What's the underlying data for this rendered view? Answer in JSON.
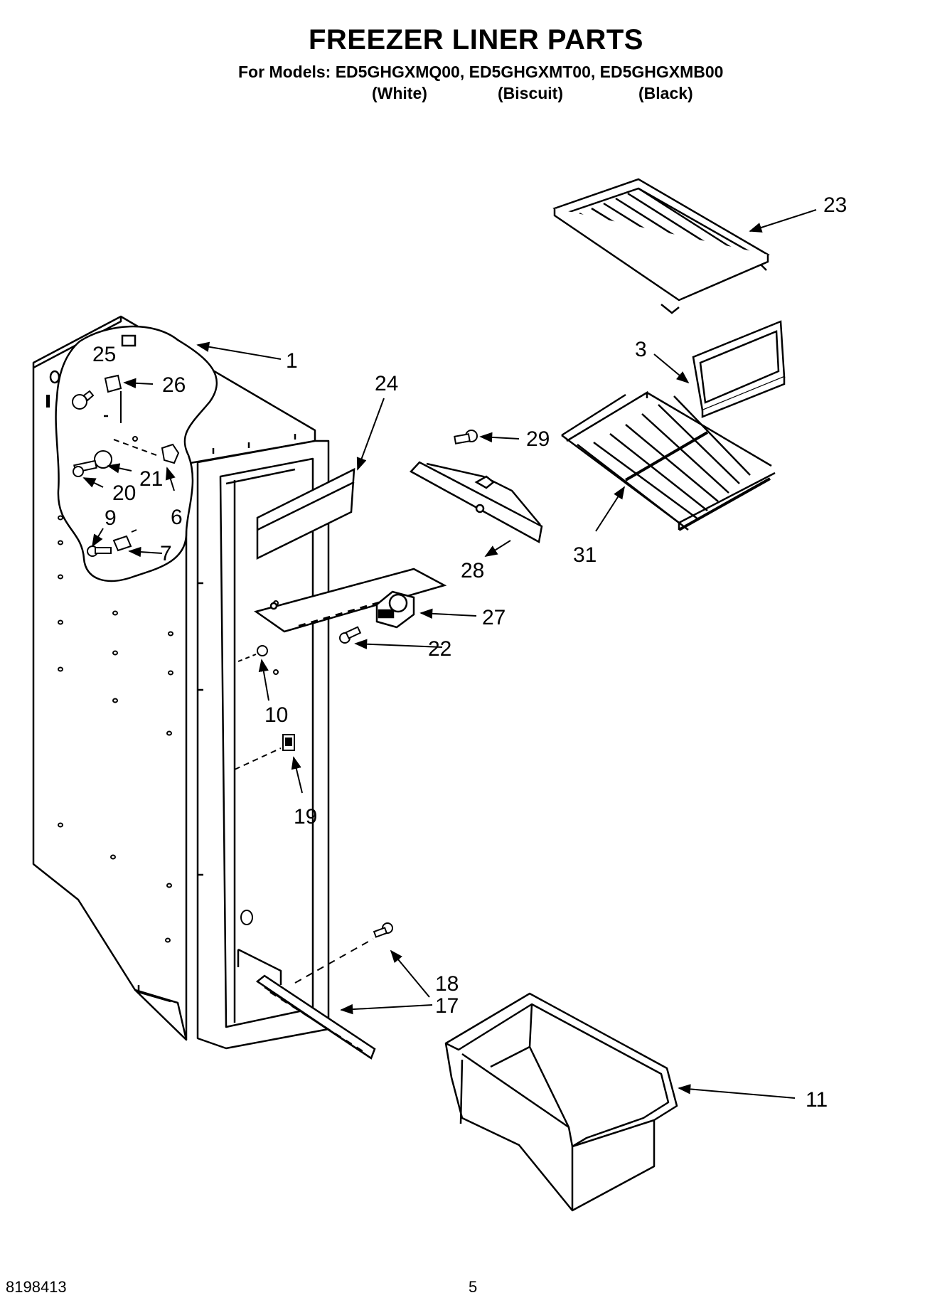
{
  "header": {
    "title": "FREEZER LINER PARTS",
    "models": "For Models: ED5GHGXMQ00, ED5GHGXMT00, ED5GHGXMB00",
    "variants": [
      "(White)",
      "(Biscuit)",
      "(Black)"
    ]
  },
  "callouts": [
    "1",
    "3",
    "6",
    "7",
    "9",
    "10",
    "11",
    "17",
    "18",
    "19",
    "20",
    "21",
    "22",
    "23",
    "24",
    "25",
    "26",
    "27",
    "28",
    "29",
    "31"
  ],
  "footer": {
    "doc_number": "8198413",
    "page_number": "5"
  }
}
